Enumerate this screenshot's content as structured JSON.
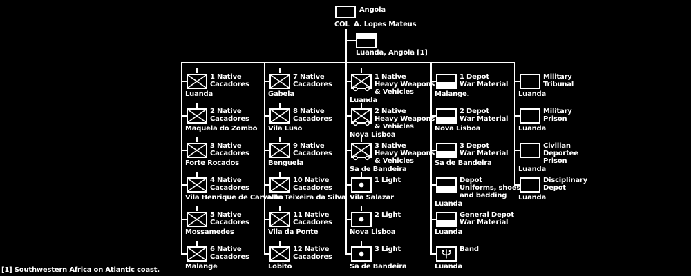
{
  "diagram": {
    "colors": {
      "background": "#000000",
      "foreground": "#ffffff"
    },
    "root": {
      "label": "Angola",
      "commander": "COL  A. Lopes Mateus"
    },
    "hq": {
      "label": "Luanda, Angola [1]"
    },
    "footnote": "[1] Southwestern Africa on Atlantic coast.",
    "columns": [
      {
        "units": [
          {
            "symbol": "infantry",
            "size": "I",
            "title": "1 Native\nCacadores",
            "location": "Luanda"
          },
          {
            "symbol": "infantry",
            "size": "I",
            "title": "2 Native\nCacadores",
            "location": "Maquela do Zombo"
          },
          {
            "symbol": "infantry",
            "size": "I",
            "title": "3 Native\nCacadores",
            "location": "Forte Rocados"
          },
          {
            "symbol": "infantry",
            "size": "I",
            "title": "4 Native\nCacadores",
            "location": "Vila Henrique de Carvalho"
          },
          {
            "symbol": "infantry",
            "size": "I",
            "title": "5 Native\nCacadores",
            "location": "Mossamedes"
          },
          {
            "symbol": "infantry",
            "size": "I",
            "title": "6 Native\nCacadores",
            "location": "Malange"
          }
        ]
      },
      {
        "units": [
          {
            "symbol": "infantry",
            "size": "I",
            "title": "7 Native\nCacadores",
            "location": "Gabela"
          },
          {
            "symbol": "infantry",
            "size": "I",
            "title": "8 Native\nCacadores",
            "location": "Vila Luso"
          },
          {
            "symbol": "infantry",
            "size": "I",
            "title": "9 Native\nCacadores",
            "location": "Benguela"
          },
          {
            "symbol": "infantry",
            "size": "I",
            "title": "10 Native\nCacadores",
            "location": "Vila Teixeira da Silva"
          },
          {
            "symbol": "infantry",
            "size": "I",
            "title": "11 Native\nCacadores",
            "location": "Vila da Ponte"
          },
          {
            "symbol": "infantry",
            "size": "I",
            "title": "12 Native\nCacadores",
            "location": "Lobito"
          }
        ]
      },
      {
        "units": [
          {
            "symbol": "infantry-wheeled",
            "size": "I",
            "title": "1 Native\nHeavy Weapons\n& Vehicles",
            "location": "Luanda"
          },
          {
            "symbol": "infantry-wheeled",
            "size": "I",
            "title": "2 Native\nHeavy Weapons\n& Vehicles",
            "location": "Nova Lisboa"
          },
          {
            "symbol": "infantry-wheeled",
            "size": "I",
            "title": "3 Native\nHeavy Weapons\n& Vehicles",
            "location": "Sa de Bandeira"
          },
          {
            "symbol": "artillery",
            "size": "I",
            "title": "1 Light",
            "location": "Vila Salazar"
          },
          {
            "symbol": "artillery",
            "size": "I",
            "title": "2 Light",
            "location": "Nova Lisboa"
          },
          {
            "symbol": "artillery",
            "size": "I",
            "title": "3 Light",
            "location": "Sa de Bandeira"
          }
        ]
      },
      {
        "units": [
          {
            "symbol": "depot",
            "size": null,
            "title": "1 Depot\nWar Material",
            "location": "Malange."
          },
          {
            "symbol": "depot",
            "size": null,
            "title": "2 Depot\nWar Material",
            "location": "Nova Lisboa"
          },
          {
            "symbol": "depot",
            "size": null,
            "title": "3 Depot\nWar Material",
            "location": "Sa de Bandeira"
          },
          {
            "symbol": "depot",
            "size": null,
            "title": "Depot\nUniforms, shoes,\nand bedding",
            "location": "Luanda"
          },
          {
            "symbol": "depot",
            "size": null,
            "title": "General Depot\nWar Material",
            "location": "Luanda"
          },
          {
            "symbol": "band",
            "size": null,
            "title": "Band",
            "location": "Luanda"
          }
        ]
      },
      {
        "units": [
          {
            "symbol": "plain",
            "size": null,
            "title": "Military\nTribunal",
            "location": "Luanda"
          },
          {
            "symbol": "plain",
            "size": null,
            "title": "Military\nPrison",
            "location": "Luanda"
          },
          {
            "symbol": "plain",
            "size": null,
            "title": "Civilian\nDeportee\nPrison",
            "location": "Luanda"
          },
          {
            "symbol": "plain",
            "size": null,
            "title": "Disciplinary\nDepot",
            "location": "Luanda"
          }
        ]
      }
    ]
  }
}
